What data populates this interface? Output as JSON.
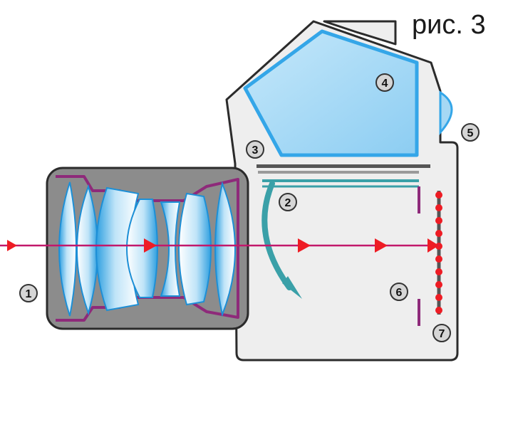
{
  "caption": "рис. 3",
  "markers": {
    "lens": "1",
    "mirror": "2",
    "focusing_screen": "3",
    "pentaprism": "4",
    "eyepiece": "5",
    "shutter": "6",
    "film_sensor": "7"
  },
  "colors": {
    "body_fill": "#eeeeee",
    "lens_barrel": "#8c8c8c",
    "outline": "#2b2b2b",
    "glass": "#3fa9e6",
    "prism_fill": "#a6d8f4",
    "prism_edge": "#34a6e8",
    "light_ray": "#c2186b",
    "arrow_red": "#ee1c24",
    "mirror_teal": "#3aa0a8",
    "screen_gray": "#555555"
  }
}
